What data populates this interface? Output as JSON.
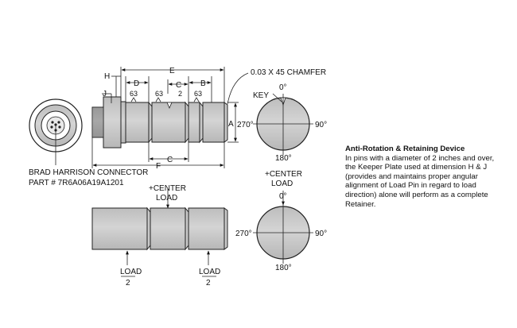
{
  "top_view": {
    "dims": {
      "h": "H",
      "d": "D",
      "e": "E",
      "c_top": "C",
      "b": "B",
      "j": "J",
      "a": "A",
      "c_bottom": "C",
      "f": "F"
    },
    "finish_left": "63",
    "finish_mid": "63",
    "finish_right": "63",
    "two_upper": "2",
    "chamfer": "0.03 X 45 CHAMFER"
  },
  "connector": {
    "line1": "BRAD HARRISON CONNECTOR",
    "line2": "PART # 7R6A06A19A1201"
  },
  "key_view": {
    "key": "KEY",
    "deg_0": "0°",
    "deg_90": "90°",
    "deg_180": "180°",
    "deg_270": "270°"
  },
  "load_view": {
    "center_load_line1": "+CENTER",
    "center_load_line2": "LOAD",
    "load_left": "LOAD",
    "load_left_den": "2",
    "load_right": "LOAD",
    "load_right_den": "2"
  },
  "load_circle": {
    "center_load_line1": "+CENTER",
    "center_load_line2": "LOAD",
    "deg_0": "0°",
    "deg_90": "90°",
    "deg_180": "180°",
    "deg_270": "270°"
  },
  "note": {
    "title": "Anti-Rotation & Retaining Device",
    "body": "In pins with a diameter of 2 inches and over, the Keeper Plate used at dimension H & J (provides and maintains proper angular alignment of Load Pin in regard to load direction) alone will perform as a complete Retainer."
  }
}
